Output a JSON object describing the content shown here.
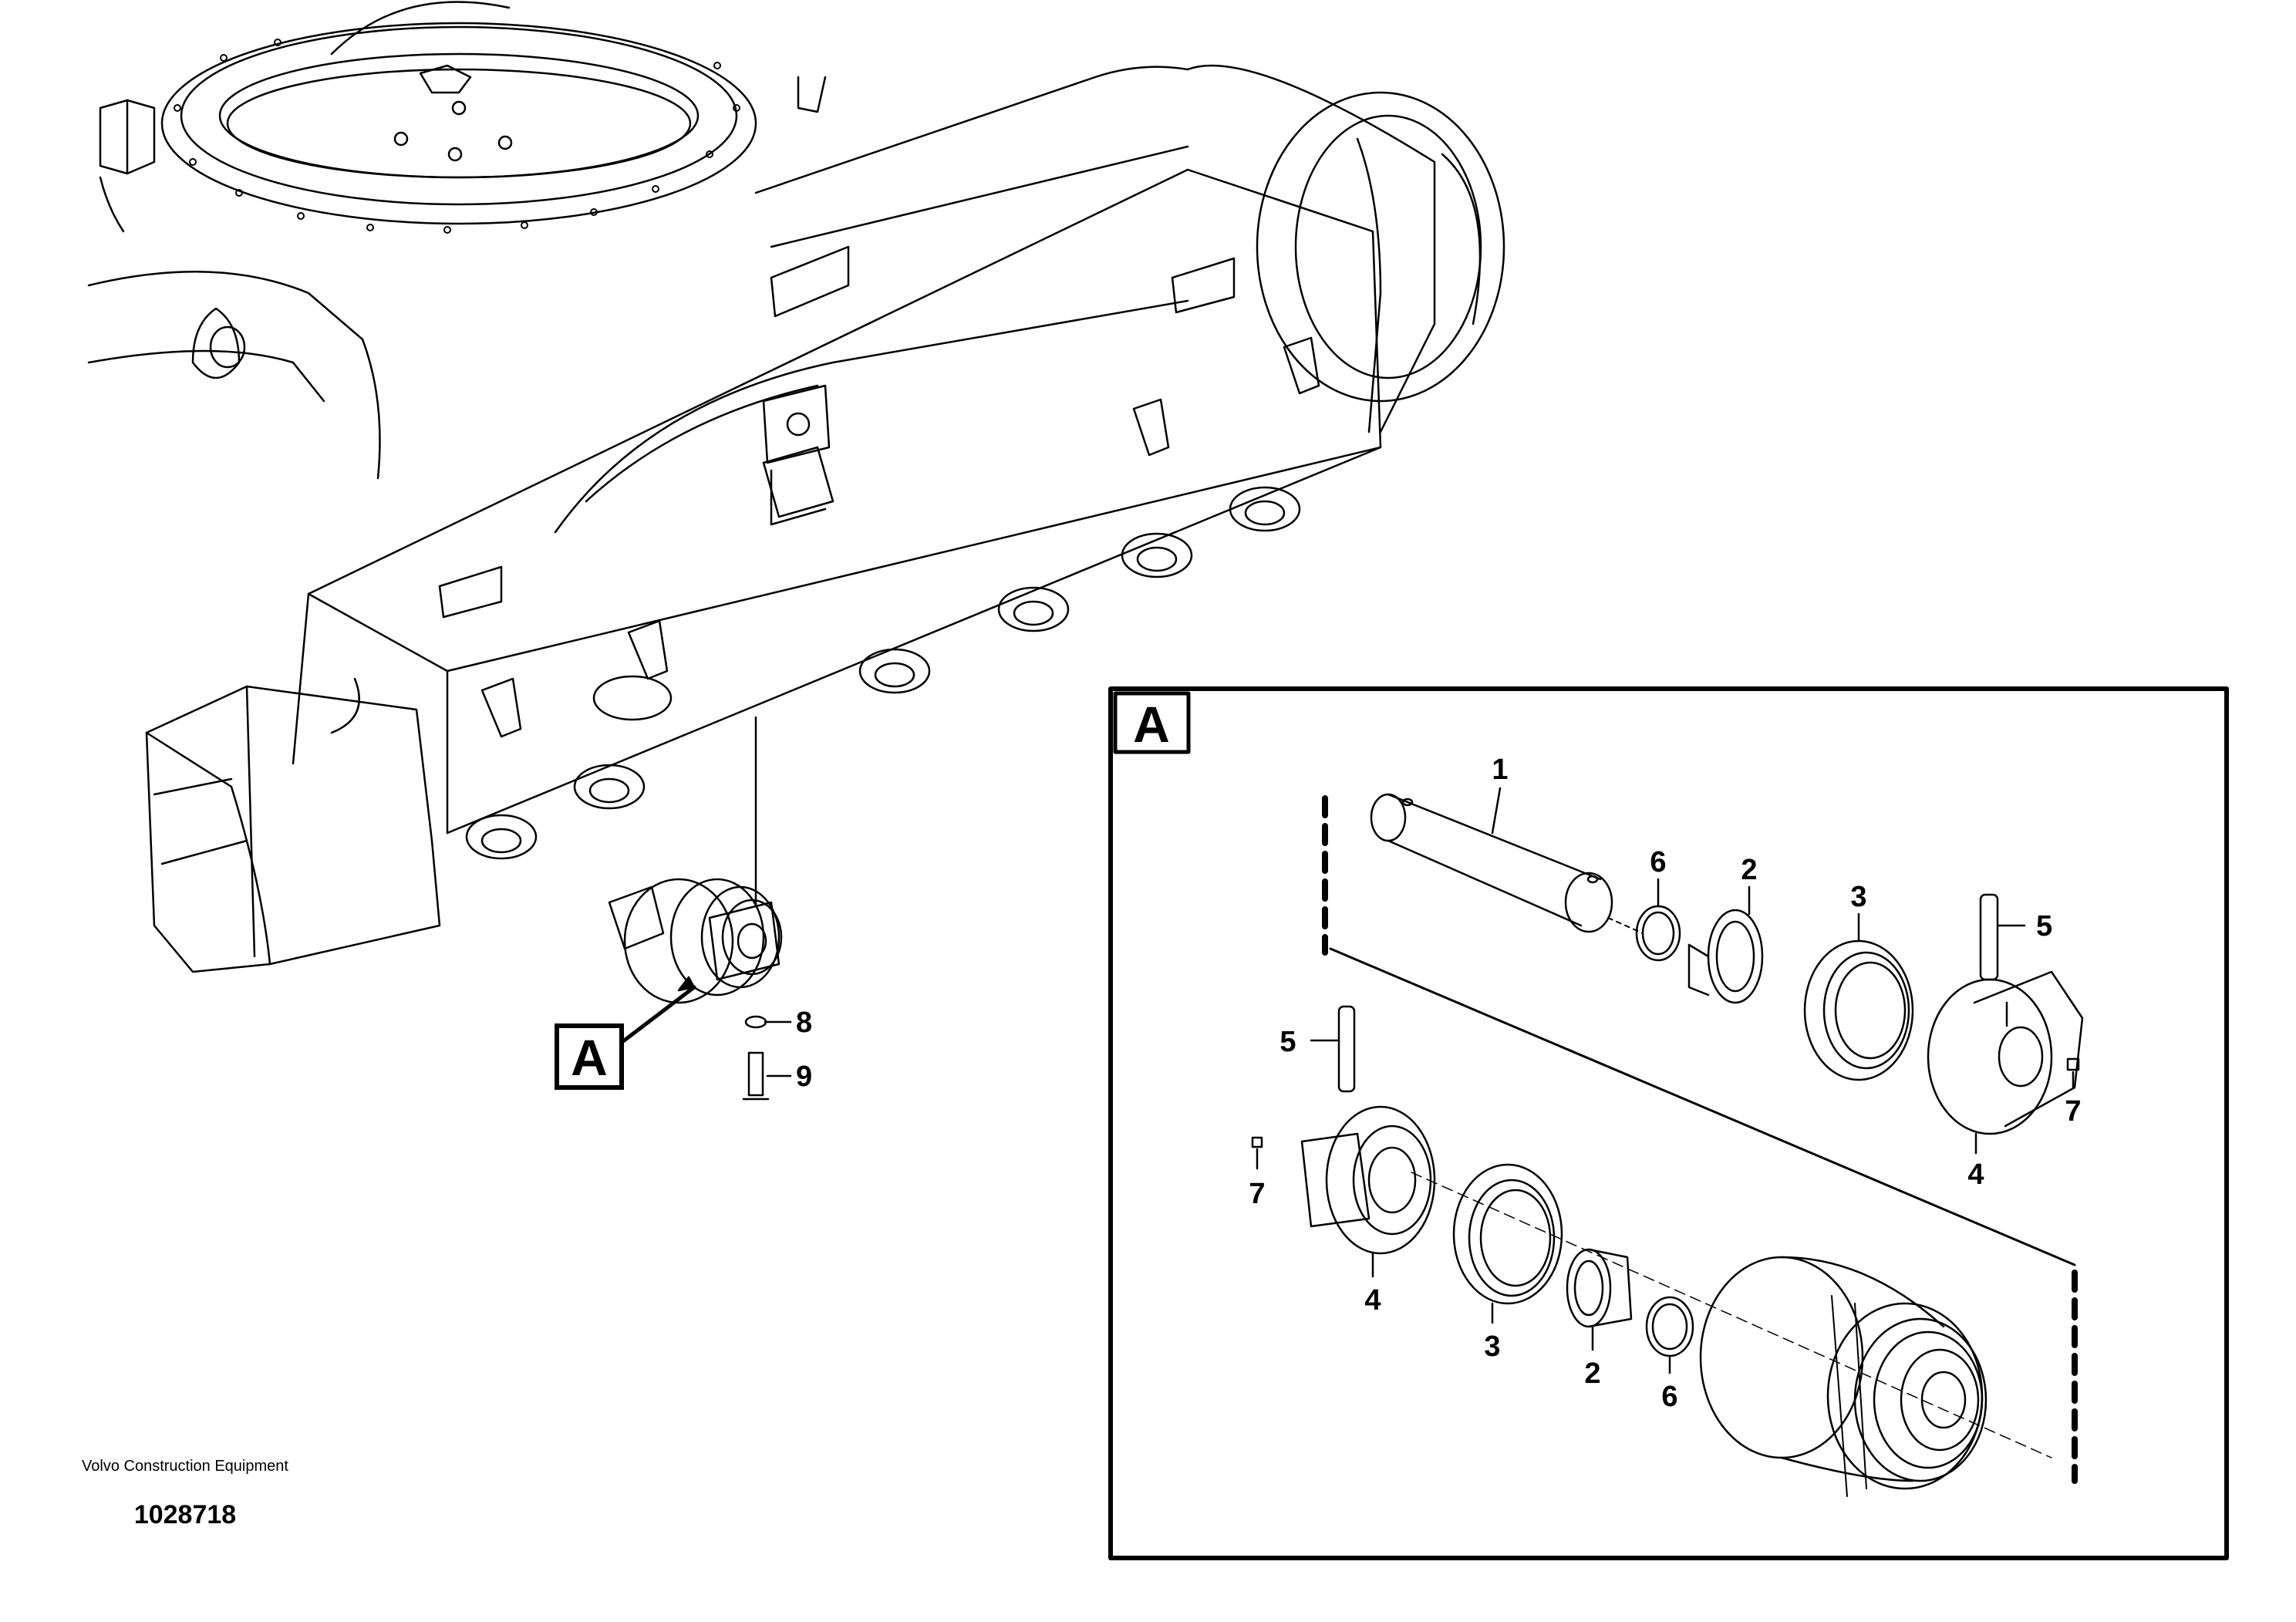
{
  "footer": {
    "company": "Volvo Construction Equipment",
    "drawing_id": "1028718"
  },
  "main_view": {
    "detail_marker": "A",
    "callouts": [
      "8",
      "9"
    ]
  },
  "detail_view": {
    "title": "A",
    "callouts": {
      "part_1": "1",
      "part_6_top": "6",
      "part_2_top": "2",
      "part_3_top": "3",
      "part_5_right": "5",
      "part_7_right": "7",
      "part_4_right": "4",
      "part_5_left": "5",
      "part_7_left": "7",
      "part_4_left": "4",
      "part_3_bottom": "3",
      "part_2_bottom": "2",
      "part_6_bottom": "6"
    }
  }
}
